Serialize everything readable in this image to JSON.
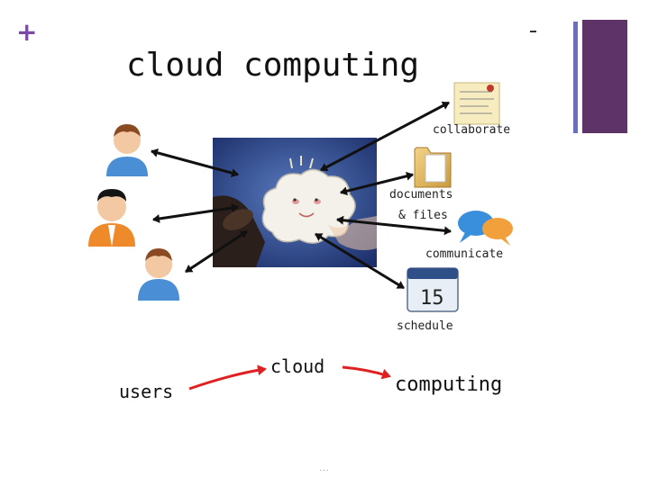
{
  "slide": {
    "title": "cloud computing",
    "labels": {
      "collaborate": "collaborate",
      "documents": "documents",
      "files": "& files",
      "communicate": "communicate",
      "schedule": "schedule",
      "calendar_day": "15"
    },
    "flow": {
      "users": "users",
      "cloud": "cloud",
      "computing": "computing"
    },
    "footer_mark": "..."
  },
  "theme": {
    "accent_purple": "#5e3468",
    "accent_blue": "#6b6fb8",
    "plus_color": "#7b4aa6",
    "flow_arrow": "#e02020"
  }
}
